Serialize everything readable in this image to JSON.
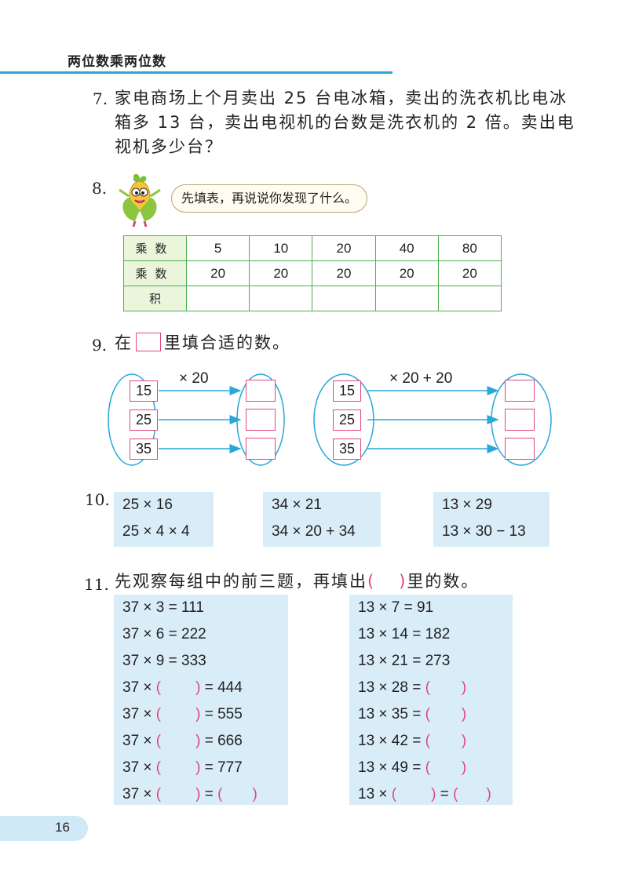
{
  "header": {
    "title": "两位数乘两位数"
  },
  "problems": {
    "p7": {
      "number": "7.",
      "lines": [
        "家电商场上个月卖出 25 台电冰箱，卖出的洗衣机比电冰",
        "箱多 13 台，卖出电视机的台数是洗衣机的 2 倍。卖出电",
        "视机多少台？"
      ]
    },
    "p8": {
      "number": "8.",
      "bubble": "先填表，再说说你发现了什么。",
      "table": {
        "row_labels": [
          "乘数",
          "乘数",
          "积"
        ],
        "factor1": [
          "5",
          "10",
          "20",
          "40",
          "80"
        ],
        "factor2": [
          "20",
          "20",
          "20",
          "20",
          "20"
        ],
        "product": [
          "",
          "",
          "",
          "",
          ""
        ]
      }
    },
    "p9": {
      "number": "9.",
      "prefix": "在",
      "suffix": "里填合适的数。",
      "left": {
        "op": "× 20",
        "inputs": [
          "15",
          "25",
          "35"
        ]
      },
      "right": {
        "op": "× 20 + 20",
        "inputs": [
          "15",
          "25",
          "35"
        ]
      }
    },
    "p10": {
      "number": "10.",
      "groups": [
        [
          "25 × 16",
          "25 × 4 × 4"
        ],
        [
          "34 × 21",
          "34 × 20 + 34"
        ],
        [
          "13 × 29",
          "13 × 30 − 13"
        ]
      ]
    },
    "p11": {
      "number": "11.",
      "text_before": "先观察每组中的前三题，再填出",
      "paren_left": "(",
      "paren_right": ")",
      "text_after": "里的数。",
      "left_rows": [
        {
          "a": "37 × 3 = 111"
        },
        {
          "a": "37 × 6 = 222"
        },
        {
          "a": "37 × 9 = 333"
        },
        {
          "a": "37 ×",
          "b": "= 444"
        },
        {
          "a": "37 ×",
          "b": "= 555"
        },
        {
          "a": "37 ×",
          "b": "= 666"
        },
        {
          "a": "37 ×",
          "b": "= 777"
        },
        {
          "a": "37 ×",
          "b": "="
        }
      ],
      "right_rows": [
        {
          "a": "13 × 7 = 91"
        },
        {
          "a": "13 × 14 = 182"
        },
        {
          "a": "13 × 21 = 273"
        },
        {
          "a": "13 × 28 ="
        },
        {
          "a": "13 × 35 ="
        },
        {
          "a": "13 × 42 ="
        },
        {
          "a": "13 × 49 ="
        },
        {
          "a": "13 ×",
          "b": "="
        }
      ]
    }
  },
  "footer": {
    "page_number": "16"
  }
}
